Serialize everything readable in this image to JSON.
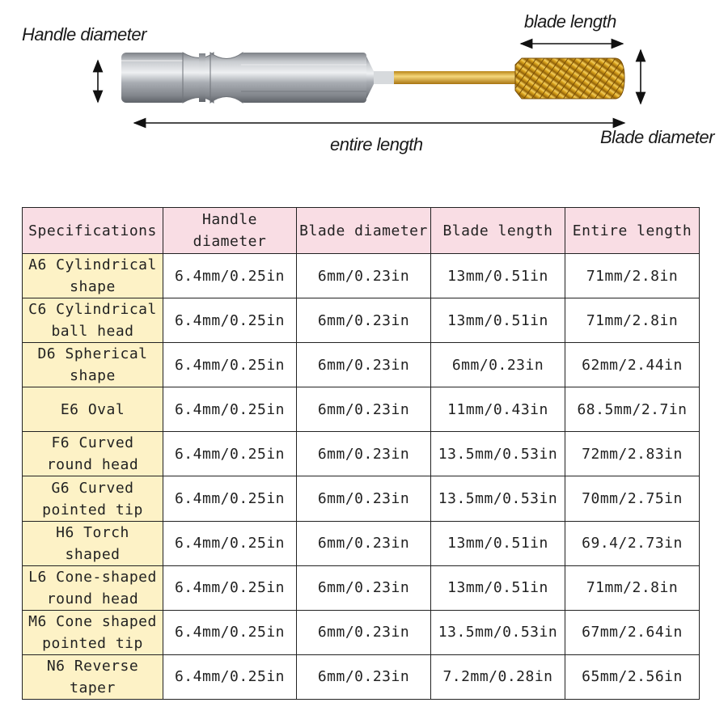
{
  "diagram": {
    "labels": {
      "handle_diameter": "Handle diameter",
      "blade_length": "blade length",
      "entire_length": "entire length",
      "blade_diameter": "Blade diameter"
    }
  },
  "table": {
    "headers": [
      "Specifications",
      "Handle diameter",
      "Blade diameter",
      "Blade length",
      "Entire length"
    ],
    "rows": [
      [
        "A6 Cylindrical shape",
        "6.4mm/0.25in",
        "6mm/0.23in",
        "13mm/0.51in",
        "71mm/2.8in"
      ],
      [
        "C6 Cylindrical ball head",
        "6.4mm/0.25in",
        "6mm/0.23in",
        "13mm/0.51in",
        "71mm/2.8in"
      ],
      [
        "D6 Spherical shape",
        "6.4mm/0.25in",
        "6mm/0.23in",
        "6mm/0.23in",
        "62mm/2.44in"
      ],
      [
        "E6 Oval",
        "6.4mm/0.25in",
        "6mm/0.23in",
        "11mm/0.43in",
        "68.5mm/2.7in"
      ],
      [
        "F6 Curved round head",
        "6.4mm/0.25in",
        "6mm/0.23in",
        "13.5mm/0.53in",
        "72mm/2.83in"
      ],
      [
        "G6 Curved pointed tip",
        "6.4mm/0.25in",
        "6mm/0.23in",
        "13.5mm/0.53in",
        "70mm/2.75in"
      ],
      [
        "H6 Torch shaped",
        "6.4mm/0.25in",
        "6mm/0.23in",
        "13mm/0.51in",
        "69.4/2.73in"
      ],
      [
        "L6 Cone-shaped round head",
        "6.4mm/0.25in",
        "6mm/0.23in",
        "13mm/0.51in",
        "71mm/2.8in"
      ],
      [
        "M6 Cone shaped pointed tip",
        "6.4mm/0.25in",
        "6mm/0.23in",
        "13.5mm/0.53in",
        "67mm/2.64in"
      ],
      [
        "N6 Reverse taper",
        "6.4mm/0.25in",
        "6mm/0.23in",
        "7.2mm/0.28in",
        "65mm/2.56in"
      ]
    ]
  },
  "colors": {
    "header_bg": "#f9dde4",
    "name_col_bg": "#fdf2c6",
    "blade_gold": "#d9a21c",
    "shank_silver": "#b8bcc2"
  }
}
